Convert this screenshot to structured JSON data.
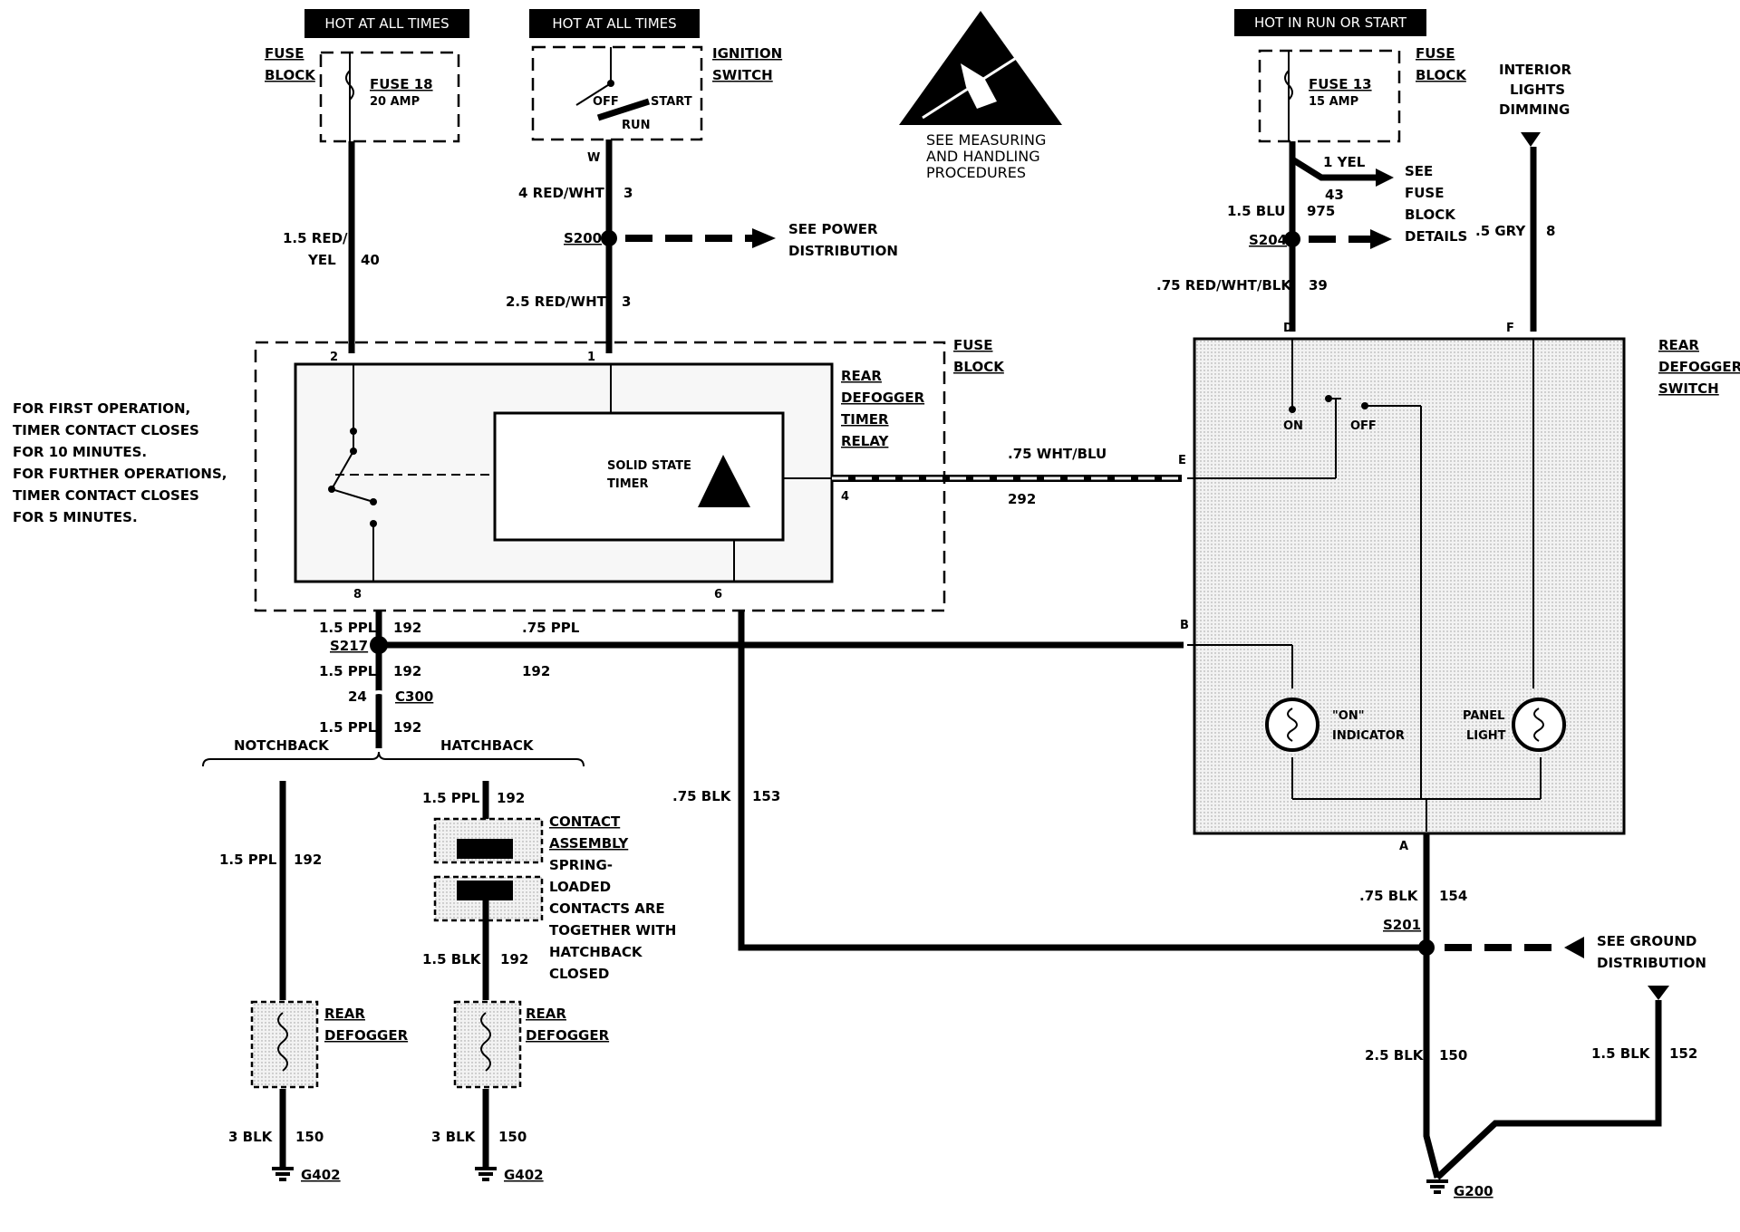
{
  "headers": {
    "hot_all_times_1": "HOT AT ALL TIMES",
    "hot_all_times_2": "HOT AT ALL TIMES",
    "hot_run_start": "HOT IN RUN OR START"
  },
  "fuse18": {
    "block_l1": "FUSE",
    "block_l2": "BLOCK",
    "name": "FUSE 18",
    "rating": "20 AMP"
  },
  "ignition": {
    "l1": "IGNITION",
    "l2": "SWITCH",
    "off": "OFF",
    "start": "START",
    "run": "RUN",
    "w": "W"
  },
  "esd": {
    "l1": "SEE MEASURING",
    "l2": "AND HANDLING",
    "l3": "PROCEDURES"
  },
  "fuse13": {
    "block_l1": "FUSE",
    "block_l2": "BLOCK",
    "name": "FUSE 13",
    "rating": "15 AMP"
  },
  "interior": {
    "l1": "INTERIOR",
    "l2": "LIGHTS",
    "l3": "DIMMING"
  },
  "wires": {
    "w40_gauge_l1": "1.5 RED/",
    "w40_gauge_l2": "YEL",
    "w40_num": "40",
    "w3a_gauge": "4 RED/WHT",
    "w3a_num": "3",
    "w3b_gauge": "2.5 RED/WHT",
    "w3b_num": "3",
    "yel_gauge": "1 YEL",
    "yel_num": "43",
    "w975_gauge": "1.5 BLU",
    "w975_num": "975",
    "w39_gauge": ".75 RED/WHT/BLK",
    "w39_num": "39",
    "w8_gauge": ".5 GRY",
    "w8_num": "8",
    "w292_gauge": ".75 WHT/BLU",
    "w292_num": "292",
    "w192a_gauge": "1.5 PPL",
    "w192a_num": "192",
    "w192b_gauge": ".75 PPL",
    "w192b_num": "192",
    "w192c_gauge": "1.5 PPL",
    "w192c_num": "192",
    "c300_pin": "24",
    "w192d_gauge": "1.5 PPL",
    "w192d_num": "192",
    "w192e_gauge": "1.5 PPL",
    "w192e_num": "192",
    "w192f_gauge": "1.5 PPL",
    "w192f_num": "192",
    "w192g_gauge": "1.5 BLK",
    "w192g_num": "192",
    "w153_gauge": ".75 BLK",
    "w153_num": "153",
    "w154_gauge": ".75 BLK",
    "w154_num": "154",
    "w150a_gauge": "2.5 BLK",
    "w150a_num": "150",
    "w152_gauge": "1.5 BLK",
    "w152_num": "152",
    "w150b_gauge": "3 BLK",
    "w150b_num": "150",
    "w150c_gauge": "3 BLK",
    "w150c_num": "150"
  },
  "splices": {
    "s200": "S200",
    "s204": "S204",
    "s217": "S217",
    "c300": "C300",
    "s201": "S201"
  },
  "refs": {
    "power_l1": "SEE POWER",
    "power_l2": "DISTRIBUTION",
    "fuse_l1": "SEE",
    "fuse_l2": "FUSE",
    "fuse_l3": "BLOCK",
    "fuse_l4": "DETAILS",
    "ground_l1": "SEE GROUND",
    "ground_l2": "DISTRIBUTION"
  },
  "relay": {
    "fuse_block_l1": "FUSE",
    "fuse_block_l2": "BLOCK",
    "l1": "REAR",
    "l2": "DEFOGGER",
    "l3": "TIMER",
    "l4": "RELAY",
    "timer_l1": "SOLID STATE",
    "timer_l2": "TIMER",
    "pin2": "2",
    "pin1": "1",
    "pin4": "4",
    "pin8": "8",
    "pin6": "6"
  },
  "note": {
    "l1": "FOR FIRST OPERATION,",
    "l2": "TIMER CONTACT CLOSES",
    "l3": "FOR 10 MINUTES.",
    "l4": "FOR FURTHER OPERATIONS,",
    "l5": "TIMER CONTACT CLOSES",
    "l6": "FOR 5 MINUTES."
  },
  "switch": {
    "l1": "REAR",
    "l2": "DEFOGGER",
    "l3": "SWITCH",
    "on": "ON",
    "off": "OFF",
    "pinD": "D",
    "pinF": "F",
    "pinE": "E",
    "pinB": "B",
    "pinA": "A",
    "ind_l1": "\"ON\"",
    "ind_l2": "INDICATOR",
    "panel_l1": "PANEL",
    "panel_l2": "LIGHT"
  },
  "variants": {
    "notchback": "NOTCHBACK",
    "hatchback": "HATCHBACK"
  },
  "contact": {
    "l1": "CONTACT",
    "l2": "ASSEMBLY",
    "l3": "SPRING-",
    "l4": "LOADED",
    "l5": "CONTACTS ARE",
    "l6": "TOGETHER WITH",
    "l7": "HATCHBACK",
    "l8": "CLOSED"
  },
  "defog_left": {
    "l1": "REAR",
    "l2": "DEFOGGER"
  },
  "defog_right": {
    "l1": "REAR",
    "l2": "DEFOGGER"
  },
  "grounds": {
    "g402a": "G402",
    "g402b": "G402",
    "g200": "G200"
  }
}
